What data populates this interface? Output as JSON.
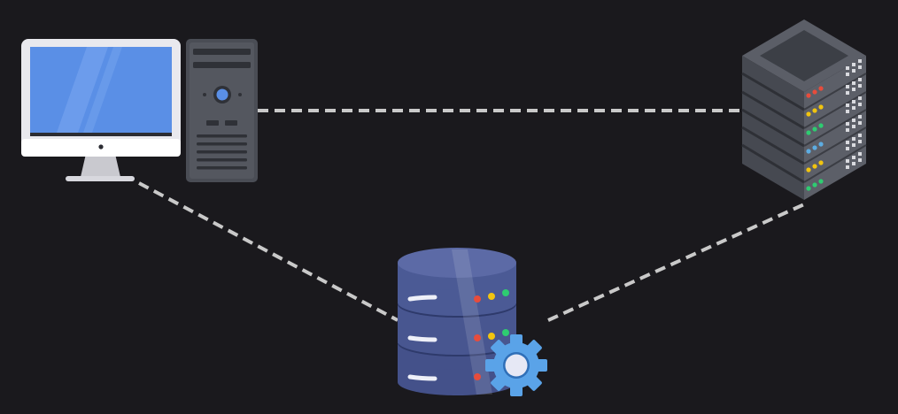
{
  "diagram": {
    "nodes": [
      {
        "id": "desktop",
        "icon": "desktop-computer-icon"
      },
      {
        "id": "tower",
        "icon": "pc-tower-icon"
      },
      {
        "id": "server-rack",
        "icon": "server-rack-icon"
      },
      {
        "id": "database",
        "icon": "database-with-gear-icon"
      }
    ],
    "edges": [
      {
        "from": "tower",
        "to": "server-rack",
        "style": "dashed"
      },
      {
        "from": "desktop",
        "to": "database",
        "style": "dashed"
      },
      {
        "from": "database",
        "to": "server-rack",
        "style": "dashed"
      }
    ]
  },
  "colors": {
    "background": "#1a191d",
    "connector": "#c9c9c9",
    "monitor_frame": "#e9e9ee",
    "monitor_screen": "#5a8fe6",
    "tower_body": "#4a4d55",
    "server_body": "#4c4f57",
    "database_body": "#44518a",
    "gear": "#5aa3e8",
    "led_red": "#e74c3c",
    "led_yellow": "#f1c40f",
    "led_green": "#2ecc71",
    "led_blue": "#5dade2"
  }
}
